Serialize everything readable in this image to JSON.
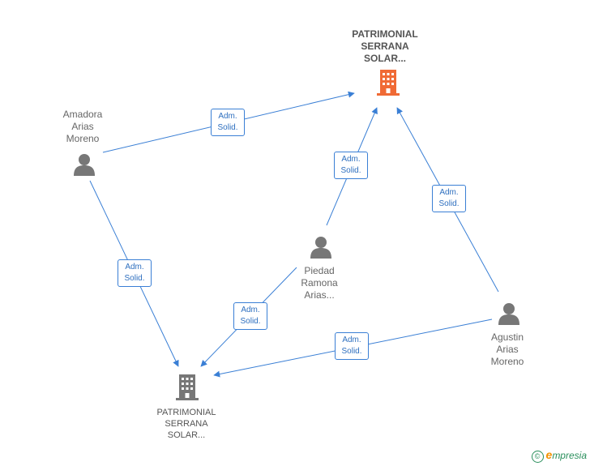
{
  "colors": {
    "edge": "#3a7fd5",
    "company_active": "#f06a35",
    "company": "#777777",
    "person": "#777777"
  },
  "nodes": {
    "company_top": {
      "lines": [
        "PATRIMONIAL",
        "SERRANA",
        "SOLAR..."
      ],
      "icon": "building-icon"
    },
    "company_bottom": {
      "lines": [
        "PATRIMONIAL",
        "SERRANA",
        "SOLAR..."
      ],
      "icon": "building-icon"
    },
    "person_amadora": {
      "lines": [
        "Amadora",
        "Arias",
        "Moreno"
      ],
      "icon": "person-icon"
    },
    "person_piedad": {
      "lines": [
        "Piedad",
        "Ramona",
        "Arias..."
      ],
      "icon": "person-icon"
    },
    "person_agustin": {
      "lines": [
        "Agustin",
        "Arias",
        "Moreno"
      ],
      "icon": "person-icon"
    }
  },
  "edges": [
    {
      "from": "person_amadora",
      "to": "company_top",
      "label": [
        "Adm.",
        "Solid."
      ]
    },
    {
      "from": "person_piedad",
      "to": "company_top",
      "label": [
        "Adm.",
        "Solid."
      ]
    },
    {
      "from": "person_agustin",
      "to": "company_top",
      "label": [
        "Adm.",
        "Solid."
      ]
    },
    {
      "from": "person_amadora",
      "to": "company_bottom",
      "label": [
        "Adm.",
        "Solid."
      ]
    },
    {
      "from": "person_piedad",
      "to": "company_bottom",
      "label": [
        "Adm.",
        "Solid."
      ]
    },
    {
      "from": "person_agustin",
      "to": "company_bottom",
      "label": [
        "Adm.",
        "Solid."
      ]
    }
  ],
  "footer": {
    "copyright": "©",
    "brand_first": "e",
    "brand_rest": "mpresia"
  }
}
